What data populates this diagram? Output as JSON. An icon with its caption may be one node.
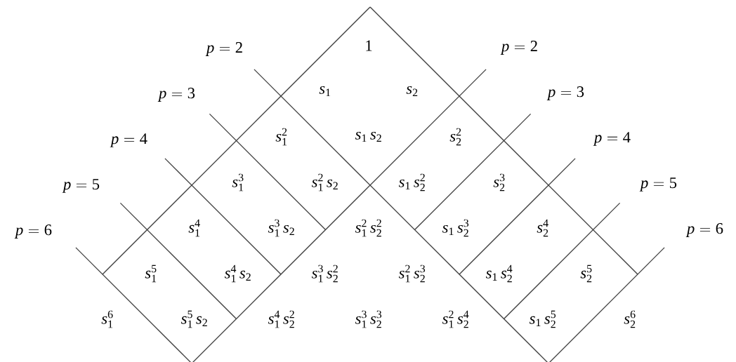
{
  "diagram": {
    "labels": [
      "p = 2",
      "1",
      "p = 2",
      "p = 3",
      "s_1",
      "s_2",
      "p = 3",
      "p = 4",
      "s_1^2",
      "s_1\\, s_2",
      "s_2^2",
      "p = 4",
      "p = 5",
      "s_1^3",
      "s_1^2\\, s_2",
      "s_1\\, s_2^2",
      "s_2^3",
      "p = 5",
      "p = 6",
      "s_1^4",
      "s_1^3\\, s_2",
      "s_1^2\\, s_2^2",
      "s_1\\, s_2^3",
      "s_2^4",
      "p = 6",
      "s_1^5",
      "s_1^4\\, s_2",
      "s_1^3\\, s_2^2",
      "s_1^2\\, s_2^3",
      "s_1\\, s_2^4",
      "s_2^5",
      "s_1^6",
      "s_1^5\\, s_2",
      "s_1^4\\, s_2^2",
      "s_1^3\\, s_2^3",
      "s_1^2\\, s_2^4",
      "s_1\\, s_2^5",
      "s_2^6"
    ]
  }
}
